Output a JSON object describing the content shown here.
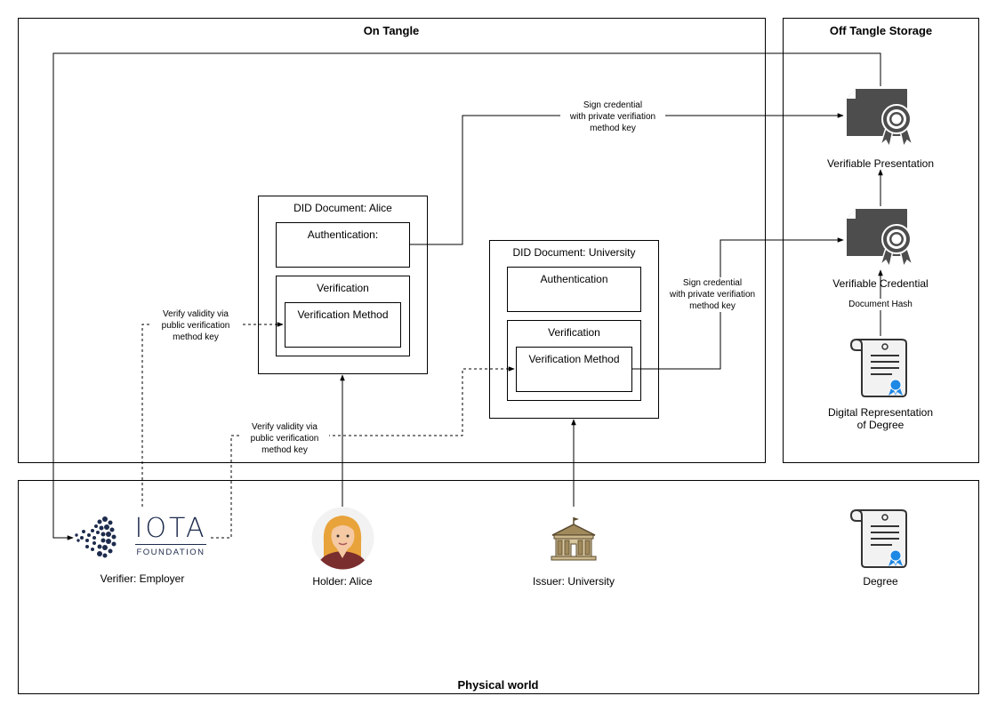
{
  "containers": {
    "on_tangle": "On Tangle",
    "off_tangle": "Off Tangle Storage",
    "physical": "Physical world"
  },
  "did_alice": {
    "title": "DID Document: Alice",
    "authentication": "Authentication:",
    "verification": "Verification",
    "verification_method": "Verification Method"
  },
  "did_university": {
    "title": "DID Document: University",
    "authentication": "Authentication",
    "verification": "Verification",
    "verification_method": "Verification Method"
  },
  "off_tangle_items": {
    "presentation": "Verifiable Presentation",
    "credential": "Verifiable Credential",
    "document_hash": "Document Hash",
    "digital_degree_line1": "Digital Representation",
    "digital_degree_line2": "of Degree"
  },
  "actors": {
    "verifier": "Verifier: Employer",
    "holder": "Holder: Alice",
    "issuer": "Issuer: University",
    "degree": "Degree",
    "iota_logo_main": "IOTA",
    "iota_logo_sub": "FOUNDATION"
  },
  "edge_labels": {
    "sign_alice": [
      "Sign credential",
      "with private verifiation",
      "method key"
    ],
    "sign_university": [
      "Sign credential",
      "with private verifiation",
      "method key"
    ],
    "verify_alice": [
      "Verify validity via",
      "public verification",
      "method key"
    ],
    "verify_university": [
      "Verify validity via",
      "public verification",
      "method key"
    ]
  },
  "colors": {
    "line": "#000000",
    "icon_dark": "#4d4d4d",
    "ribbon_blue": "#1e88e5",
    "skin": "#f5c9a3",
    "hair": "#e8a33a",
    "building": "#a08a5c",
    "iota_blue": "#1d2b4c"
  }
}
